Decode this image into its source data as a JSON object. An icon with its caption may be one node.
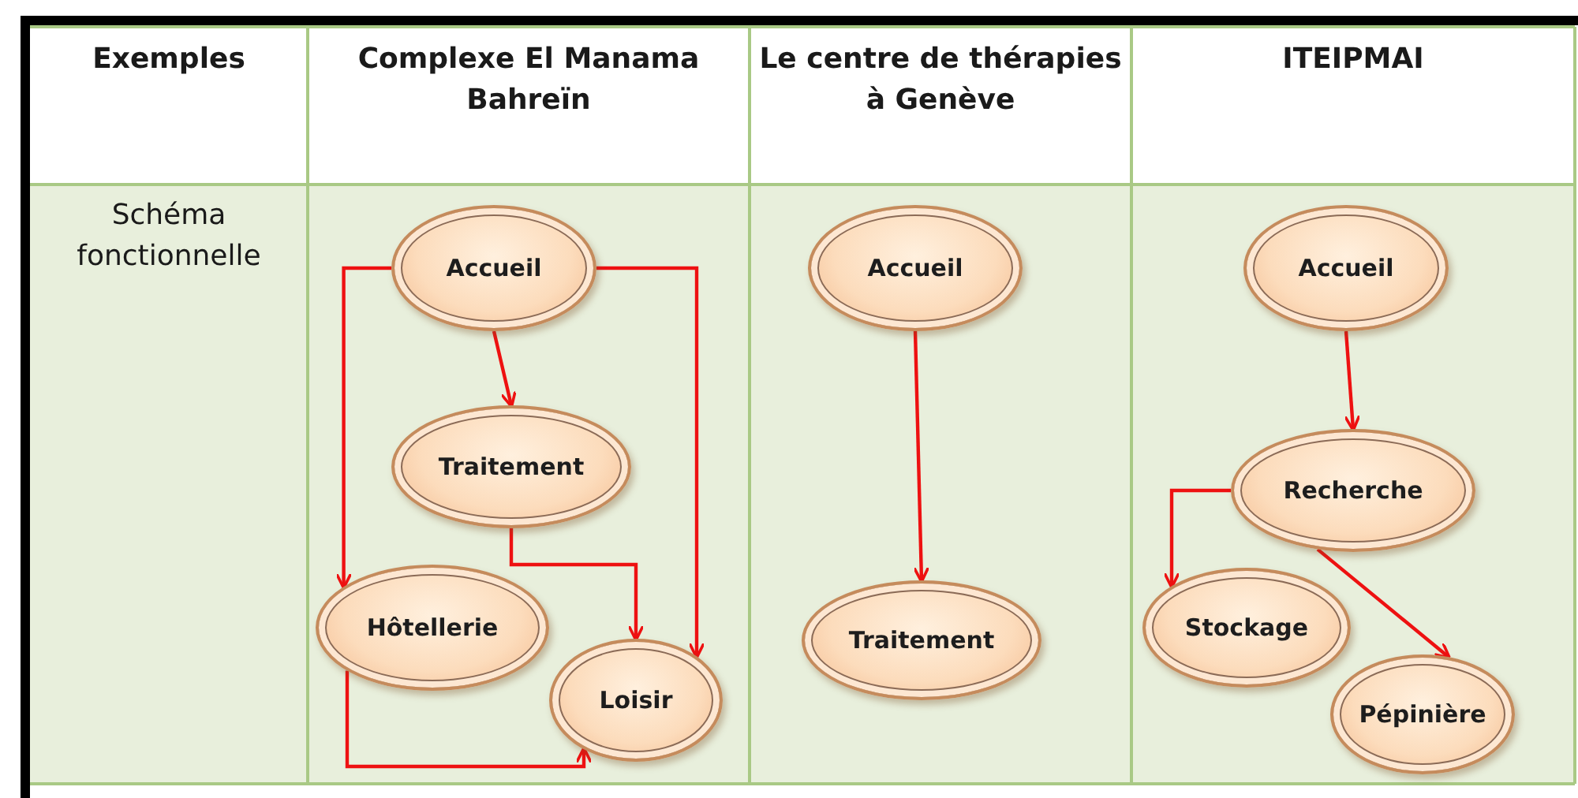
{
  "diagram": {
    "nodes": [
      {
        "text": [
          "Accueil"
        ]
      },
      {
        "text": [
          "Traitement"
        ]
      },
      {
        "text": [
          "Hôtellerie"
        ]
      },
      {
        "text": [
          "Loisir"
        ]
      },
      {
        "text": [
          "Accueil"
        ]
      },
      {
        "text": [
          "Traitement"
        ]
      },
      {
        "text": [
          "Accueil"
        ]
      },
      {
        "text": [
          "Recherche"
        ]
      },
      {
        "text": [
          "Stockage"
        ]
      },
      {
        "text": [
          "Pépinière"
        ]
      }
    ],
    "edges": [
      {
        "from": 0,
        "to": 1,
        "arrow": "to"
      },
      {
        "from": 0,
        "to": 2,
        "arrow": "to"
      },
      {
        "from": 0,
        "to": 3,
        "arrow": "to"
      },
      {
        "from": 1,
        "to": 3,
        "arrow": "to"
      },
      {
        "from": 2,
        "to": 3,
        "arrow": "to"
      },
      {
        "from": 4,
        "to": 5,
        "arrow": "to"
      },
      {
        "from": 6,
        "to": 7,
        "arrow": "to"
      },
      {
        "from": 7,
        "to": 8,
        "arrow": "to"
      },
      {
        "from": 7,
        "to": 9,
        "arrow": "to"
      }
    ],
    "labels": [
      "Exemples",
      "Complexe El Manama Bahreïn",
      "Le centre de thérapies à Genève",
      "ITEIPMAI",
      "Schéma fonctionnelle"
    ]
  }
}
